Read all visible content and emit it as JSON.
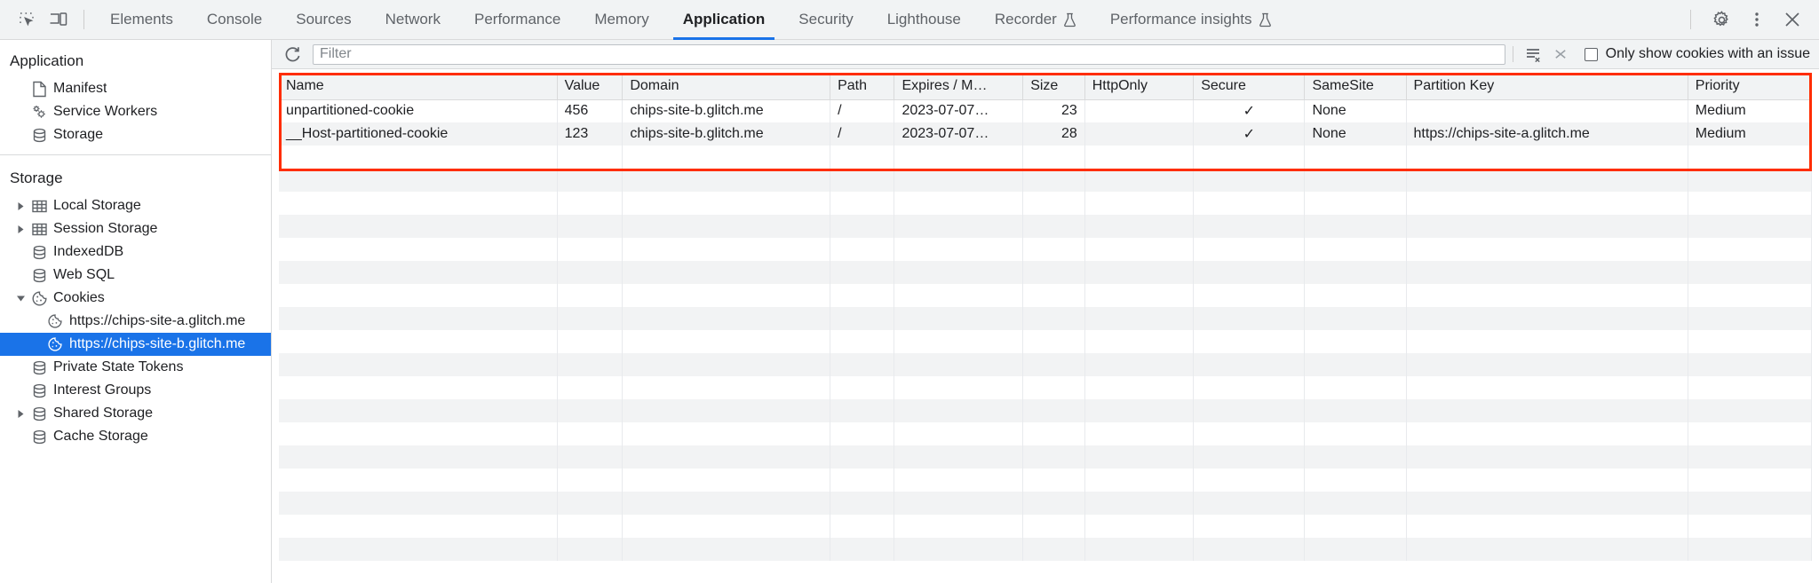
{
  "toolbar": {
    "inspect_icon": "inspect-element-icon",
    "device_icon": "device-toolbar-icon",
    "tabs": [
      {
        "label": "Elements",
        "active": false,
        "experimental": false
      },
      {
        "label": "Console",
        "active": false,
        "experimental": false
      },
      {
        "label": "Sources",
        "active": false,
        "experimental": false
      },
      {
        "label": "Network",
        "active": false,
        "experimental": false
      },
      {
        "label": "Performance",
        "active": false,
        "experimental": false
      },
      {
        "label": "Memory",
        "active": false,
        "experimental": false
      },
      {
        "label": "Application",
        "active": true,
        "experimental": false
      },
      {
        "label": "Security",
        "active": false,
        "experimental": false
      },
      {
        "label": "Lighthouse",
        "active": false,
        "experimental": false
      },
      {
        "label": "Recorder",
        "active": false,
        "experimental": true
      },
      {
        "label": "Performance insights",
        "active": false,
        "experimental": true
      }
    ],
    "settings_icon": "gear-icon",
    "more_icon": "more-vertical-icon",
    "close_icon": "close-icon",
    "active_tab_accent": "#1a73e8"
  },
  "sidebar": {
    "application": {
      "title": "Application",
      "items": [
        {
          "label": "Manifest",
          "icon": "manifest-document-icon"
        },
        {
          "label": "Service Workers",
          "icon": "service-workers-gears-icon"
        },
        {
          "label": "Storage",
          "icon": "database-icon"
        }
      ]
    },
    "storage": {
      "title": "Storage",
      "items": [
        {
          "label": "Local Storage",
          "icon": "table-grid-icon",
          "twisty": "collapsed",
          "indent": 1,
          "selected": false
        },
        {
          "label": "Session Storage",
          "icon": "table-grid-icon",
          "twisty": "collapsed",
          "indent": 1,
          "selected": false
        },
        {
          "label": "IndexedDB",
          "icon": "database-icon",
          "twisty": "none",
          "indent": 1,
          "selected": false
        },
        {
          "label": "Web SQL",
          "icon": "database-icon",
          "twisty": "none",
          "indent": 1,
          "selected": false
        },
        {
          "label": "Cookies",
          "icon": "cookie-icon",
          "twisty": "expanded",
          "indent": 1,
          "selected": false
        },
        {
          "label": "https://chips-site-a.glitch.me",
          "icon": "cookie-icon",
          "twisty": "none",
          "indent": 2,
          "selected": false
        },
        {
          "label": "https://chips-site-b.glitch.me",
          "icon": "cookie-icon",
          "twisty": "none",
          "indent": 2,
          "selected": true
        },
        {
          "label": "Private State Tokens",
          "icon": "database-icon",
          "twisty": "none",
          "indent": 1,
          "selected": false
        },
        {
          "label": "Interest Groups",
          "icon": "database-icon",
          "twisty": "none",
          "indent": 1,
          "selected": false
        },
        {
          "label": "Shared Storage",
          "icon": "database-icon",
          "twisty": "collapsed",
          "indent": 1,
          "selected": false
        },
        {
          "label": "Cache Storage",
          "icon": "database-icon",
          "twisty": "none",
          "indent": 1,
          "selected": false
        }
      ],
      "selection_color": "#1a73e8"
    }
  },
  "filter_bar": {
    "refresh_icon": "refresh-icon",
    "filter_placeholder": "Filter",
    "filter_value": "",
    "clear_all_icon": "clear-all-cookies-icon",
    "clear_filtered_icon": "clear-filtered-cookies-icon",
    "checkbox_label": "Only show cookies with an issue",
    "checkbox_checked": false
  },
  "cookies_table": {
    "highlight_color": "#ff2d00",
    "columns": [
      "Name",
      "Value",
      "Domain",
      "Path",
      "Expires / M…",
      "Size",
      "HttpOnly",
      "Secure",
      "SameSite",
      "Partition Key",
      "Priority"
    ],
    "rows": [
      {
        "Name": "unpartitioned-cookie",
        "Value": "456",
        "Domain": "chips-site-b.glitch.me",
        "Path": "/",
        "Expires / M…": "2023-07-07…",
        "Size": "23",
        "HttpOnly": "",
        "Secure": "✓",
        "SameSite": "None",
        "Partition Key": "",
        "Priority": "Medium"
      },
      {
        "Name": "__Host-partitioned-cookie",
        "Value": "123",
        "Domain": "chips-site-b.glitch.me",
        "Path": "/",
        "Expires / M…": "2023-07-07…",
        "Size": "28",
        "HttpOnly": "",
        "Secure": "✓",
        "SameSite": "None",
        "Partition Key": "https://chips-site-a.glitch.me",
        "Priority": "Medium"
      }
    ]
  }
}
